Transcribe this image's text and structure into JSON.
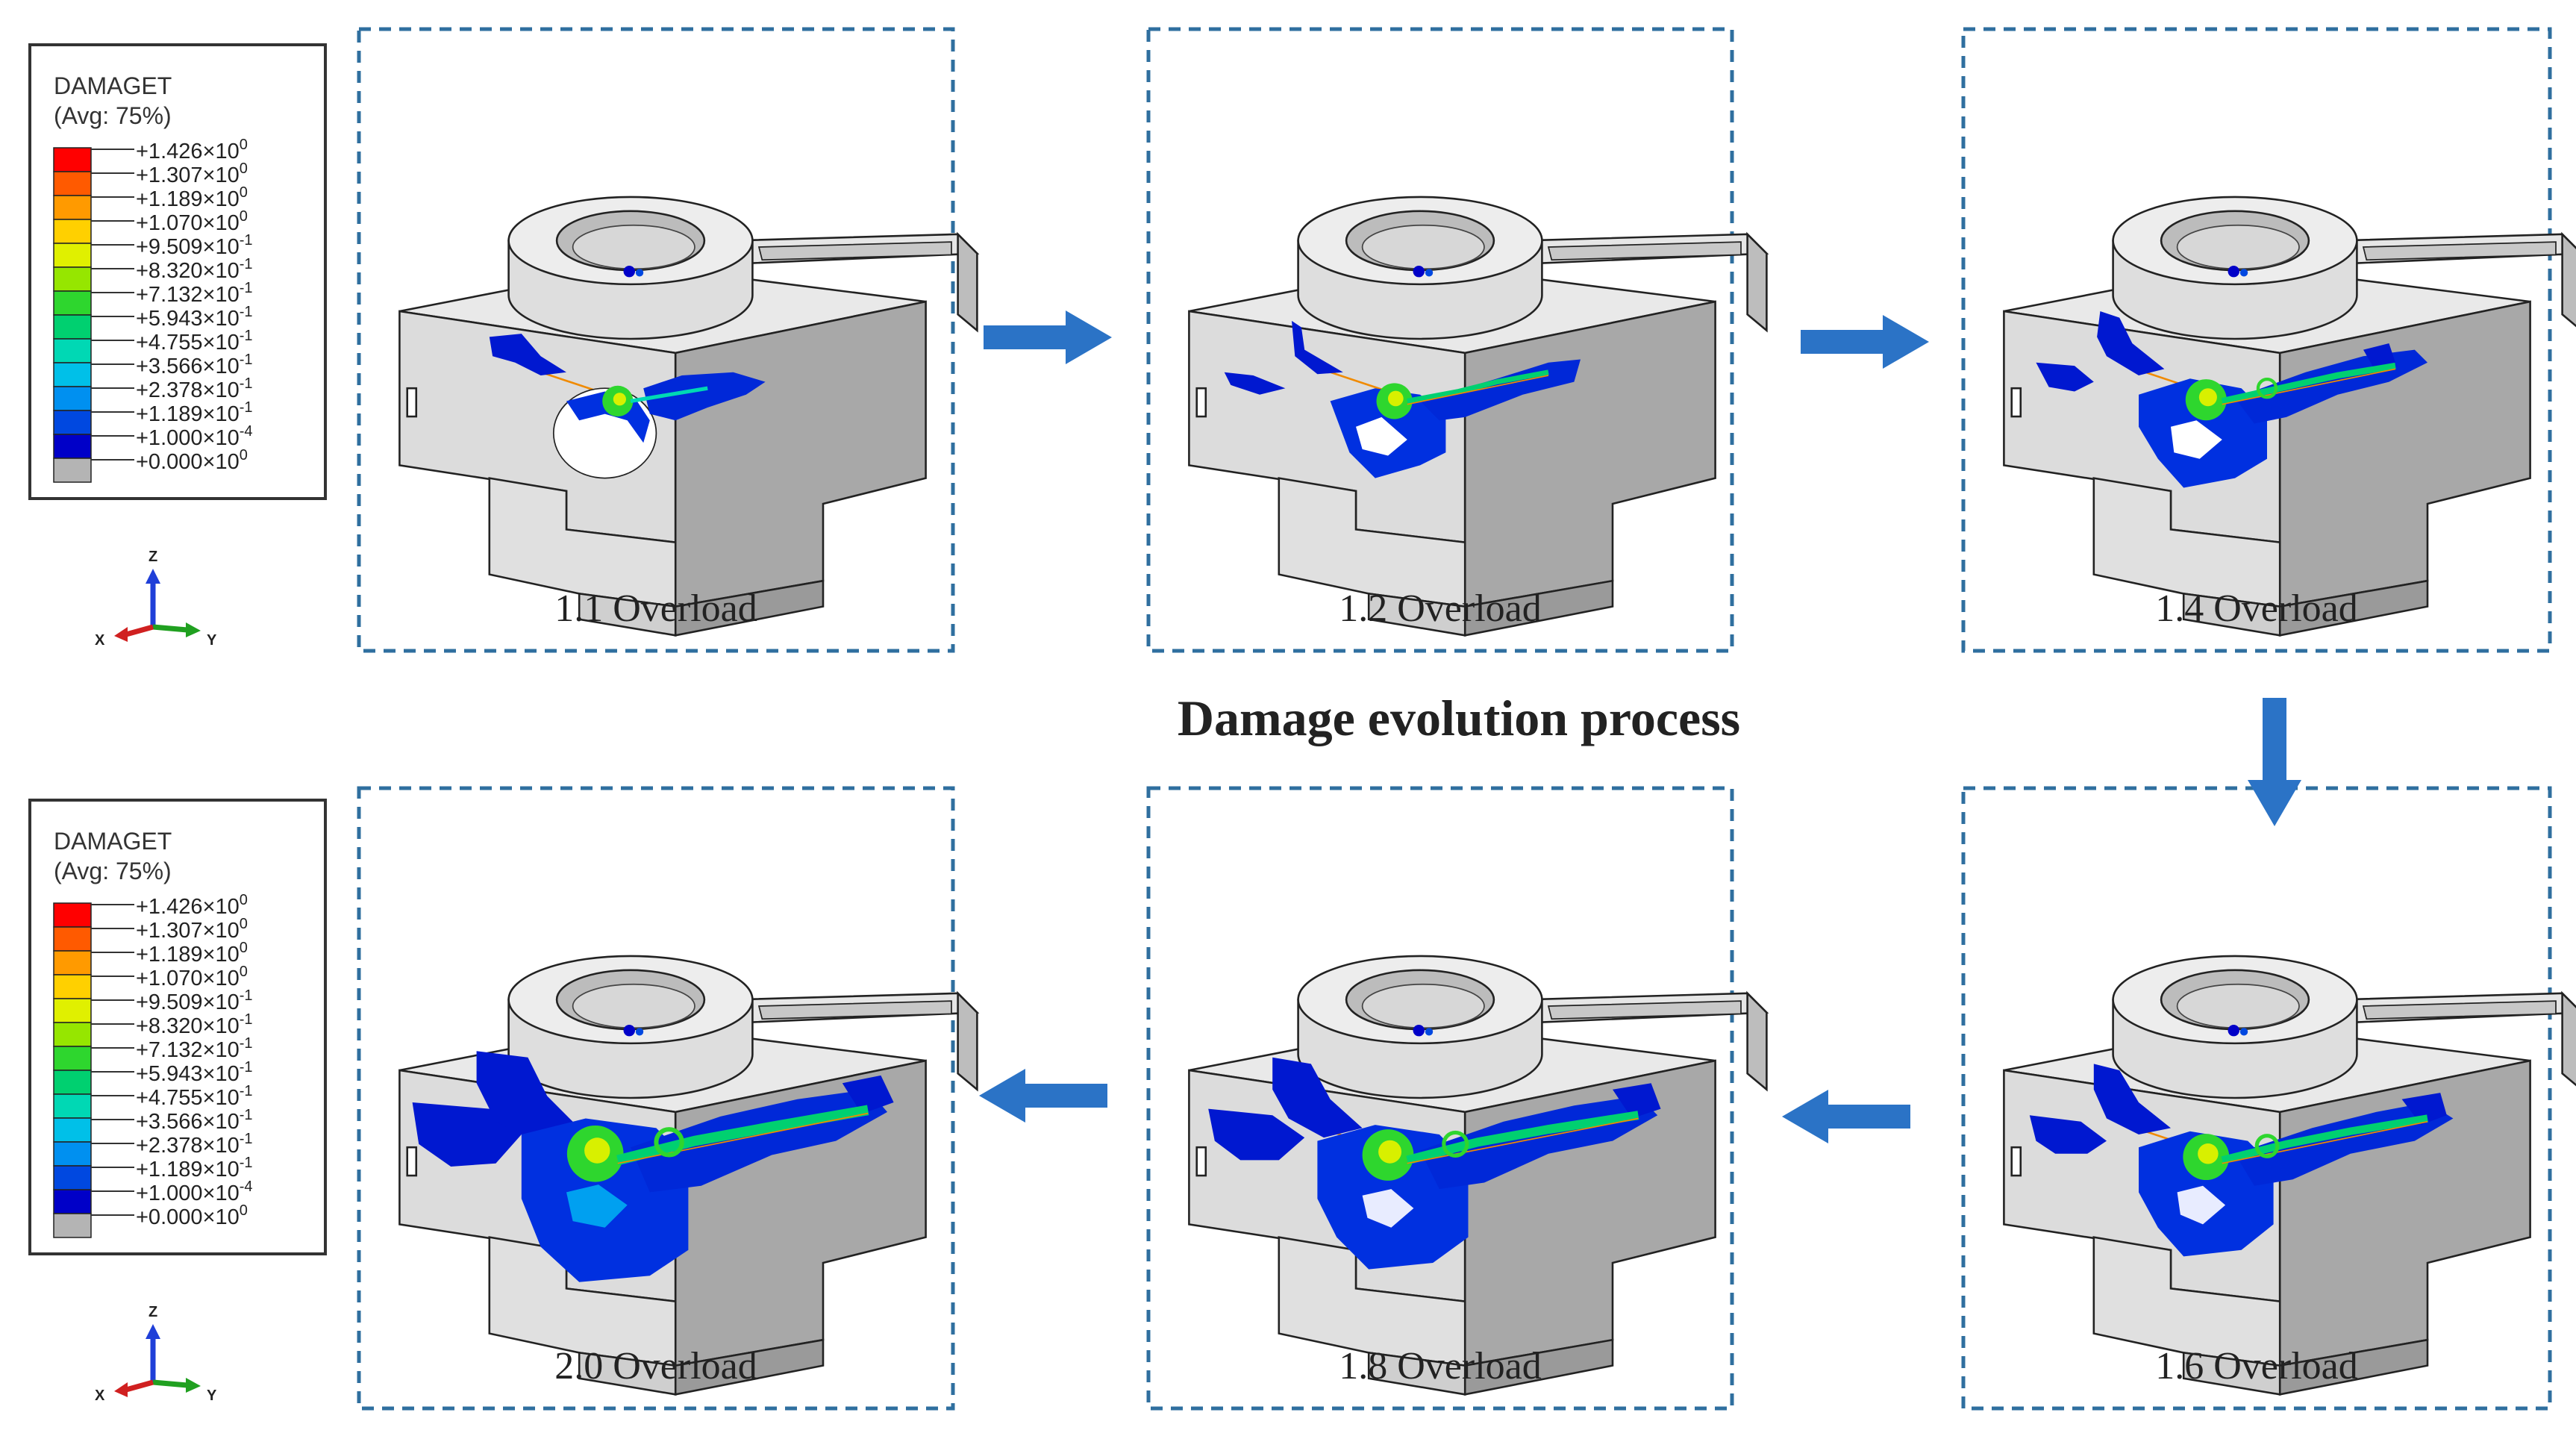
{
  "title": "Damage evolution process",
  "legend": {
    "variable": "DAMAGET",
    "avg": "(Avg: 75%)",
    "levels": [
      {
        "label": "+1.426×10",
        "exp": "0",
        "color": "#ff0000"
      },
      {
        "label": "+1.307×10",
        "exp": "0",
        "color": "#ff5a00"
      },
      {
        "label": "+1.189×10",
        "exp": "0",
        "color": "#ff9a00"
      },
      {
        "label": "+1.070×10",
        "exp": "0",
        "color": "#ffd000"
      },
      {
        "label": "+9.509×10",
        "exp": "-1",
        "color": "#e0f000"
      },
      {
        "label": "+8.320×10",
        "exp": "-1",
        "color": "#96e600"
      },
      {
        "label": "+7.132×10",
        "exp": "-1",
        "color": "#2ed62e"
      },
      {
        "label": "+5.943×10",
        "exp": "-1",
        "color": "#00d070"
      },
      {
        "label": "+4.755×10",
        "exp": "-1",
        "color": "#00d8b4"
      },
      {
        "label": "+3.566×10",
        "exp": "-1",
        "color": "#00c0e8"
      },
      {
        "label": "+2.378×10",
        "exp": "-1",
        "color": "#0090f0"
      },
      {
        "label": "+1.189×10",
        "exp": "-1",
        "color": "#0048e0"
      },
      {
        "label": "+1.000×10",
        "exp": "-4",
        "color": "#0000c8"
      },
      {
        "label": "+0.000×10",
        "exp": "0",
        "color": "#b4b4b4"
      }
    ]
  },
  "triad": {
    "z": "Z",
    "x": "X",
    "y": "Y"
  },
  "panels": [
    {
      "id": "p11",
      "label": "1.1 Overload"
    },
    {
      "id": "p12",
      "label": "1.2 Overload"
    },
    {
      "id": "p14",
      "label": "1.4 Overload"
    },
    {
      "id": "p16",
      "label": "1.6 Overload"
    },
    {
      "id": "p18",
      "label": "1.8 Overload"
    },
    {
      "id": "p20",
      "label": "2.0  Overload"
    }
  ],
  "colors": {
    "frame": "#2f6f9f",
    "arrow": "#2b73c6",
    "part": "#d4d4d4",
    "part_dark": "#b2b2b2",
    "part_light": "#eeeeee"
  }
}
